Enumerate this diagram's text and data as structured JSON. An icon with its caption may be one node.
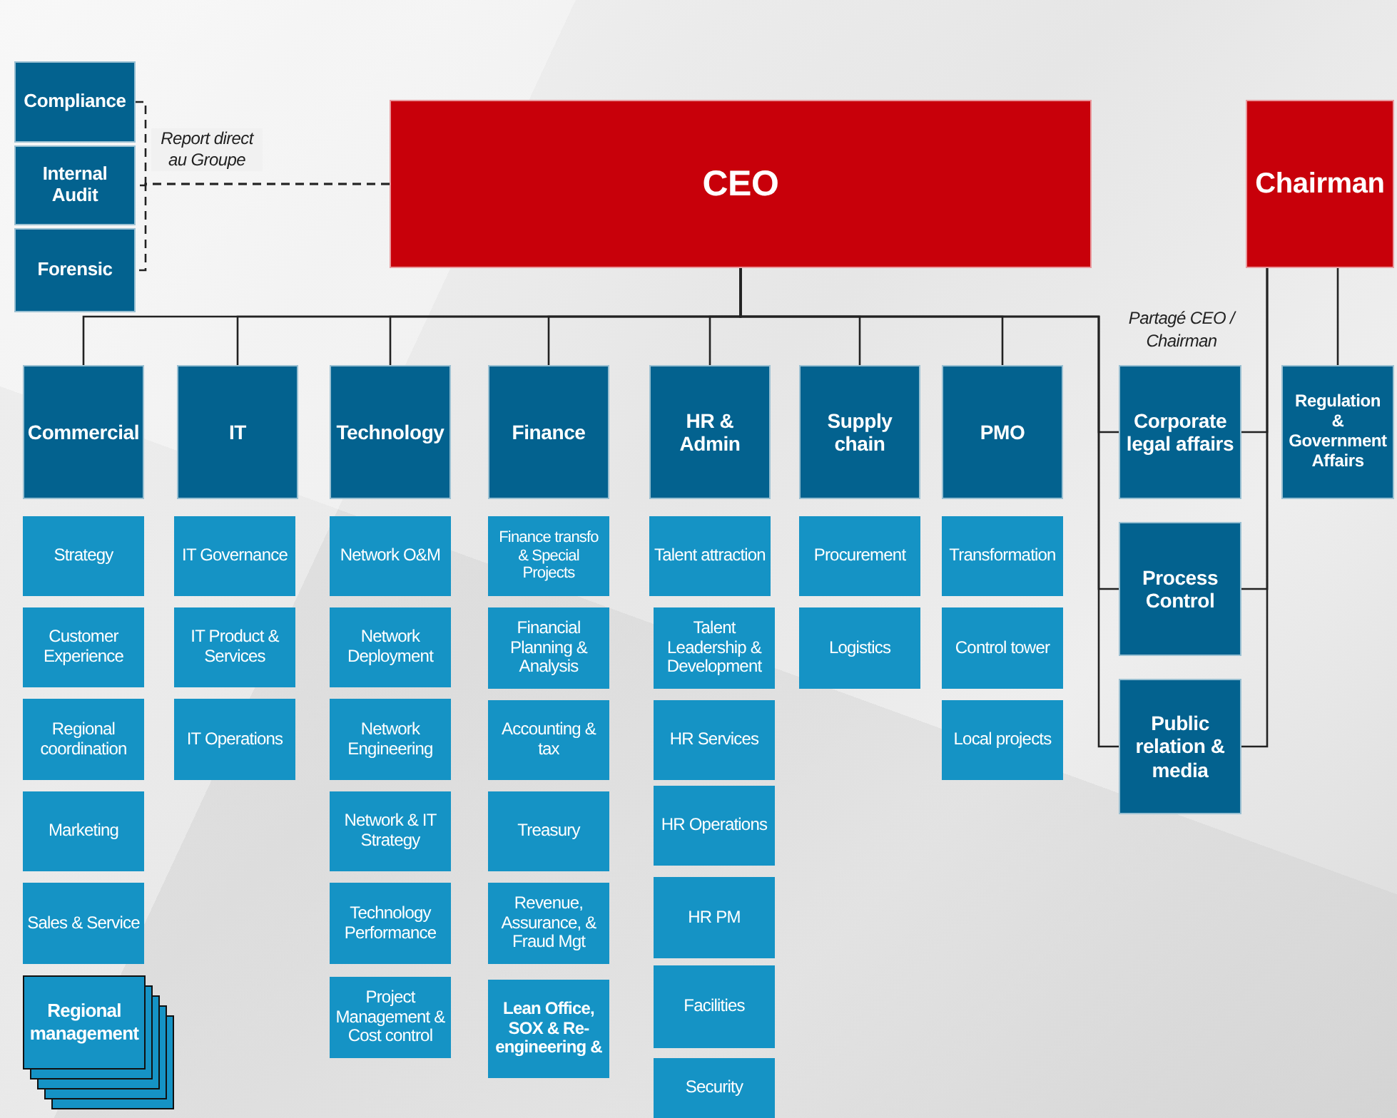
{
  "diagram": {
    "nodes": [
      {
        "text": [
          "Compliance"
        ]
      },
      {
        "text": [
          "Internal Audit"
        ]
      },
      {
        "text": [
          "Forensic"
        ]
      },
      {
        "text": [
          "CEO"
        ]
      },
      {
        "text": [
          "Chairman"
        ]
      },
      {
        "text": [
          "Commercial"
        ]
      },
      {
        "text": [
          "IT"
        ]
      },
      {
        "text": [
          "Technology"
        ]
      },
      {
        "text": [
          "Finance"
        ]
      },
      {
        "text": [
          "HR & Admin"
        ]
      },
      {
        "text": [
          "Supply chain"
        ]
      },
      {
        "text": [
          "PMO"
        ]
      },
      {
        "text": [
          "Corporate legal affairs"
        ]
      },
      {
        "text": [
          "Regulation & Government Affairs"
        ]
      },
      {
        "text": [
          "Process Control"
        ]
      },
      {
        "text": [
          "Public relation & media"
        ]
      },
      {
        "text": [
          "Strategy"
        ]
      },
      {
        "text": [
          "Customer Experience"
        ]
      },
      {
        "text": [
          "Regional coordination"
        ]
      },
      {
        "text": [
          "Marketing"
        ]
      },
      {
        "text": [
          "Sales & Service"
        ]
      },
      {
        "text": [
          "Regional management"
        ]
      },
      {
        "text": [
          "IT Governance"
        ]
      },
      {
        "text": [
          "IT Product & Services"
        ]
      },
      {
        "text": [
          "IT Operations"
        ]
      },
      {
        "text": [
          "Network O&M"
        ]
      },
      {
        "text": [
          "Network Deployment"
        ]
      },
      {
        "text": [
          "Network Engineering"
        ]
      },
      {
        "text": [
          "Network & IT Strategy"
        ]
      },
      {
        "text": [
          "Technology Performance"
        ]
      },
      {
        "text": [
          "Project Management & Cost control"
        ]
      },
      {
        "text": [
          "Finance transfo & Special Projects"
        ]
      },
      {
        "text": [
          "Financial Planning & Analysis"
        ]
      },
      {
        "text": [
          "Accounting & tax"
        ]
      },
      {
        "text": [
          "Treasury"
        ]
      },
      {
        "text": [
          "Revenue, Assurance, & Fraud Mgt"
        ]
      },
      {
        "text": [
          "Lean Office, SOX & Re-engineering &"
        ]
      },
      {
        "text": [
          "Talent attraction"
        ]
      },
      {
        "text": [
          "Talent Leadership & Development"
        ]
      },
      {
        "text": [
          "HR Services"
        ]
      },
      {
        "text": [
          "HR Operations"
        ]
      },
      {
        "text": [
          "HR PM"
        ]
      },
      {
        "text": [
          "Facilities"
        ]
      },
      {
        "text": [
          "Security"
        ]
      },
      {
        "text": [
          "Procurement"
        ]
      },
      {
        "text": [
          "Logistics"
        ]
      },
      {
        "text": [
          "Transformation"
        ]
      },
      {
        "text": [
          "Control tower"
        ]
      },
      {
        "text": [
          "Local projects"
        ]
      }
    ],
    "edges": [
      {
        "from": 3,
        "to": 0,
        "arrow": "none",
        "style": "dashed"
      },
      {
        "from": 3,
        "to": 1,
        "arrow": "none",
        "style": "dashed",
        "label": "Report direct au Groupe"
      },
      {
        "from": 3,
        "to": 2,
        "arrow": "none",
        "style": "dashed"
      },
      {
        "from": 3,
        "to": 5,
        "arrow": "none"
      },
      {
        "from": 3,
        "to": 6,
        "arrow": "none"
      },
      {
        "from": 3,
        "to": 7,
        "arrow": "none"
      },
      {
        "from": 3,
        "to": 8,
        "arrow": "none"
      },
      {
        "from": 3,
        "to": 9,
        "arrow": "none"
      },
      {
        "from": 3,
        "to": 10,
        "arrow": "none"
      },
      {
        "from": 3,
        "to": 11,
        "arrow": "none"
      },
      {
        "from": 3,
        "to": 12,
        "arrow": "none"
      },
      {
        "from": 3,
        "to": 14,
        "arrow": "none"
      },
      {
        "from": 3,
        "to": 15,
        "arrow": "none"
      },
      {
        "from": 4,
        "to": 12,
        "arrow": "none"
      },
      {
        "from": 4,
        "to": 14,
        "arrow": "none"
      },
      {
        "from": 4,
        "to": 15,
        "arrow": "none"
      },
      {
        "from": 4,
        "to": 13,
        "arrow": "none"
      }
    ],
    "labels": [
      "Partagé CEO / Chairman"
    ]
  }
}
